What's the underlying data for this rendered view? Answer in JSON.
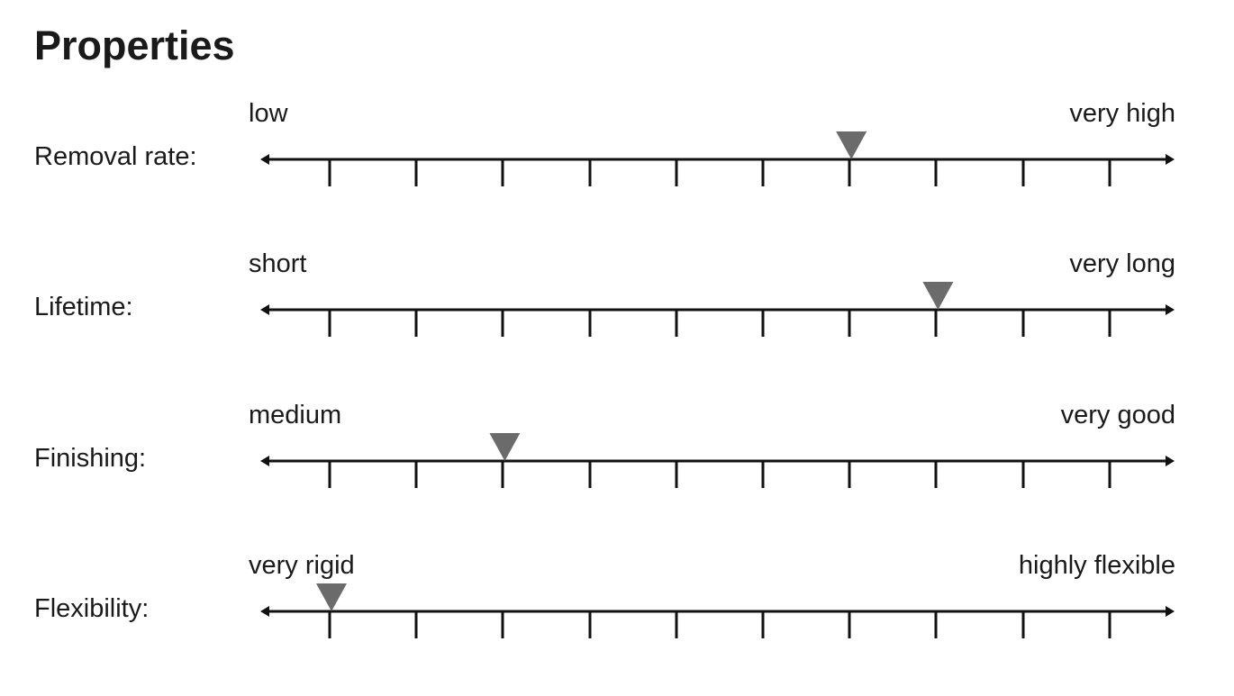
{
  "page": {
    "title": "Properties"
  },
  "scale_steps": 11,
  "colors": {
    "axis": "#111111",
    "marker": "#6b6b6b",
    "text": "#1a1a1a"
  },
  "properties": [
    {
      "label": "Removal rate:",
      "low": "low",
      "high": "very high",
      "level": 7
    },
    {
      "label": "Lifetime:",
      "low": "short",
      "high": "very long",
      "level": 8
    },
    {
      "label": "Finishing:",
      "low": "medium",
      "high": "very good",
      "level": 3
    },
    {
      "label": "Flexibility:",
      "low": "very rigid",
      "high": "highly flexible",
      "level": 1
    }
  ]
}
